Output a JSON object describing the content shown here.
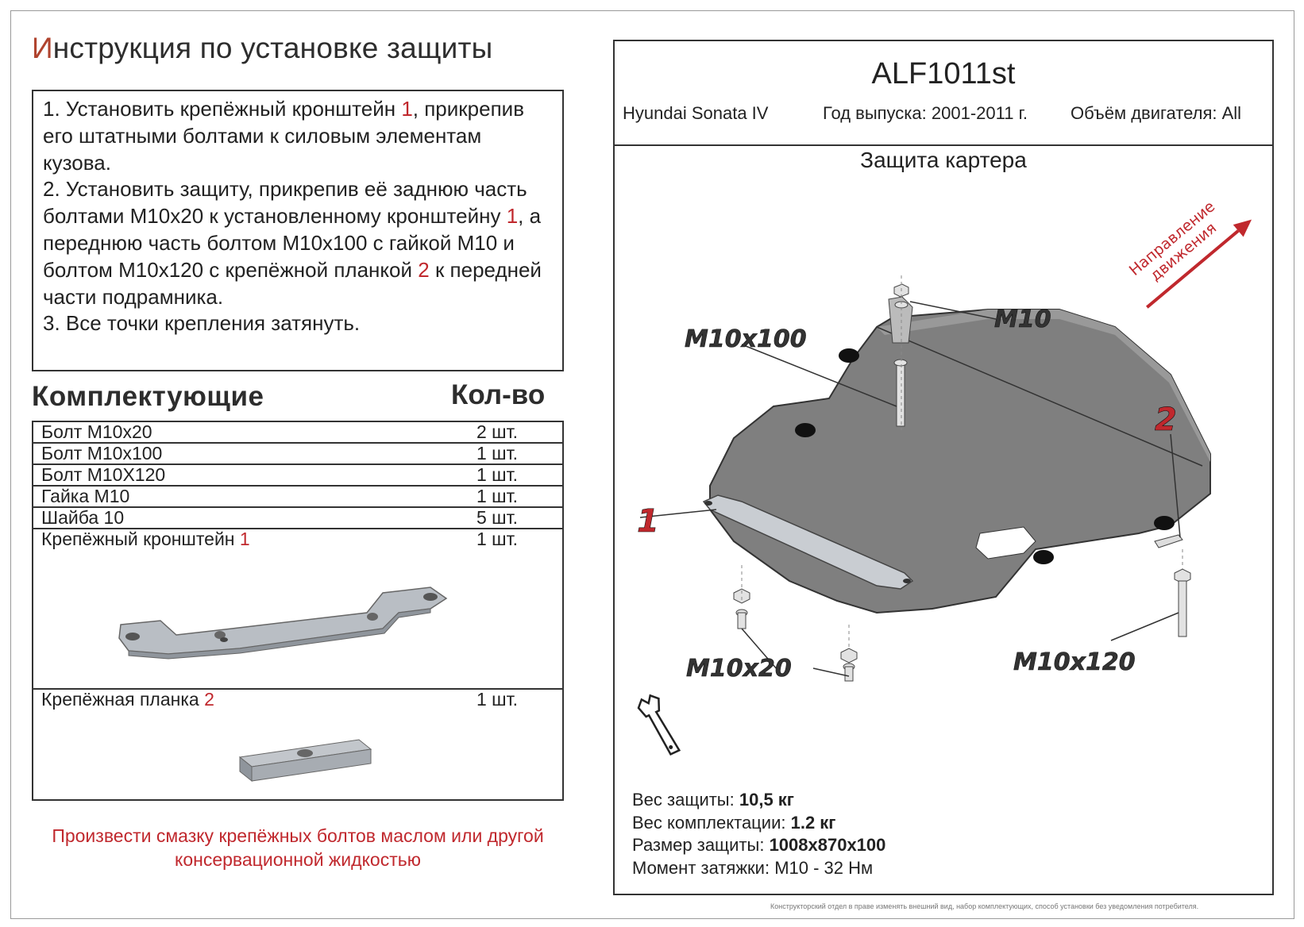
{
  "title": {
    "first_letter": "И",
    "rest": "нструкция по установке защиты"
  },
  "instructions": {
    "p1_a": "1.  Установить крепёжный кронштейн ",
    "p1_num": "1",
    "p1_b": ", прикрепив его штатными болтами к силовым элементам кузова.",
    "p2_a": "2.  Установить защиту, прикрепив её заднюю часть болтами М10х20 к установленному кронштейну ",
    "p2_num1": "1",
    "p2_b": ", а переднюю часть болтом М10х100 с гайкой М10 и болтом М10х120 с крепёжной планкой ",
    "p2_num2": "2",
    "p2_c": " к передней части подрамника.",
    "p3": "3.  Все точки крепления затянуть."
  },
  "parts_header": {
    "name": "Комплектующие",
    "qty": "Кол-во"
  },
  "parts": [
    {
      "name": "Болт М10х20",
      "qty": "2 шт."
    },
    {
      "name": "Болт М10х100",
      "qty": "1 шт."
    },
    {
      "name": "Болт М10Х120",
      "qty": "1 шт."
    },
    {
      "name": "Гайка М10",
      "qty": "1 шт."
    },
    {
      "name": "Шайба 10",
      "qty": "5 шт."
    },
    {
      "name": "Крепёжный кронштейн ",
      "num": "1",
      "qty": "1 шт."
    },
    {
      "name": "Крепёжная планка ",
      "num": "2",
      "qty": "1 шт."
    }
  ],
  "note": "Произвести смазку крепёжных болтов маслом или другой консервационной жидкостью",
  "product": {
    "model": "ALF1011st",
    "car": "Hyundai Sonata IV",
    "year": "Год выпуска: 2001-2011 г.",
    "engine": "Объём двигателя: All",
    "part_title": "Защита картера"
  },
  "diagram": {
    "direction_line1": "Направление",
    "direction_line2": "движения",
    "label_m10x100": "M10x100",
    "label_m10": "M10",
    "label_2": "2",
    "label_1": "1",
    "label_m10x20": "M10x20",
    "label_m10x120": "M10x120"
  },
  "specs": {
    "weight_label": "Вес защиты: ",
    "weight": "10,5 кг",
    "kit_label": "Вес комплектации: ",
    "kit": "1.2 кг",
    "size_label": "Размер защиты: ",
    "size": "1008x870x100",
    "torque": "Момент затяжки:  М10 - 32 Нм"
  },
  "footer": "Конструкторский отдел в праве изменять внешний вид, набор комплектующих, способ установки без уведомления потребителя.",
  "colors": {
    "accent_red": "#c0282d",
    "plate_gray": "#7a7a7a",
    "border": "#333333"
  }
}
